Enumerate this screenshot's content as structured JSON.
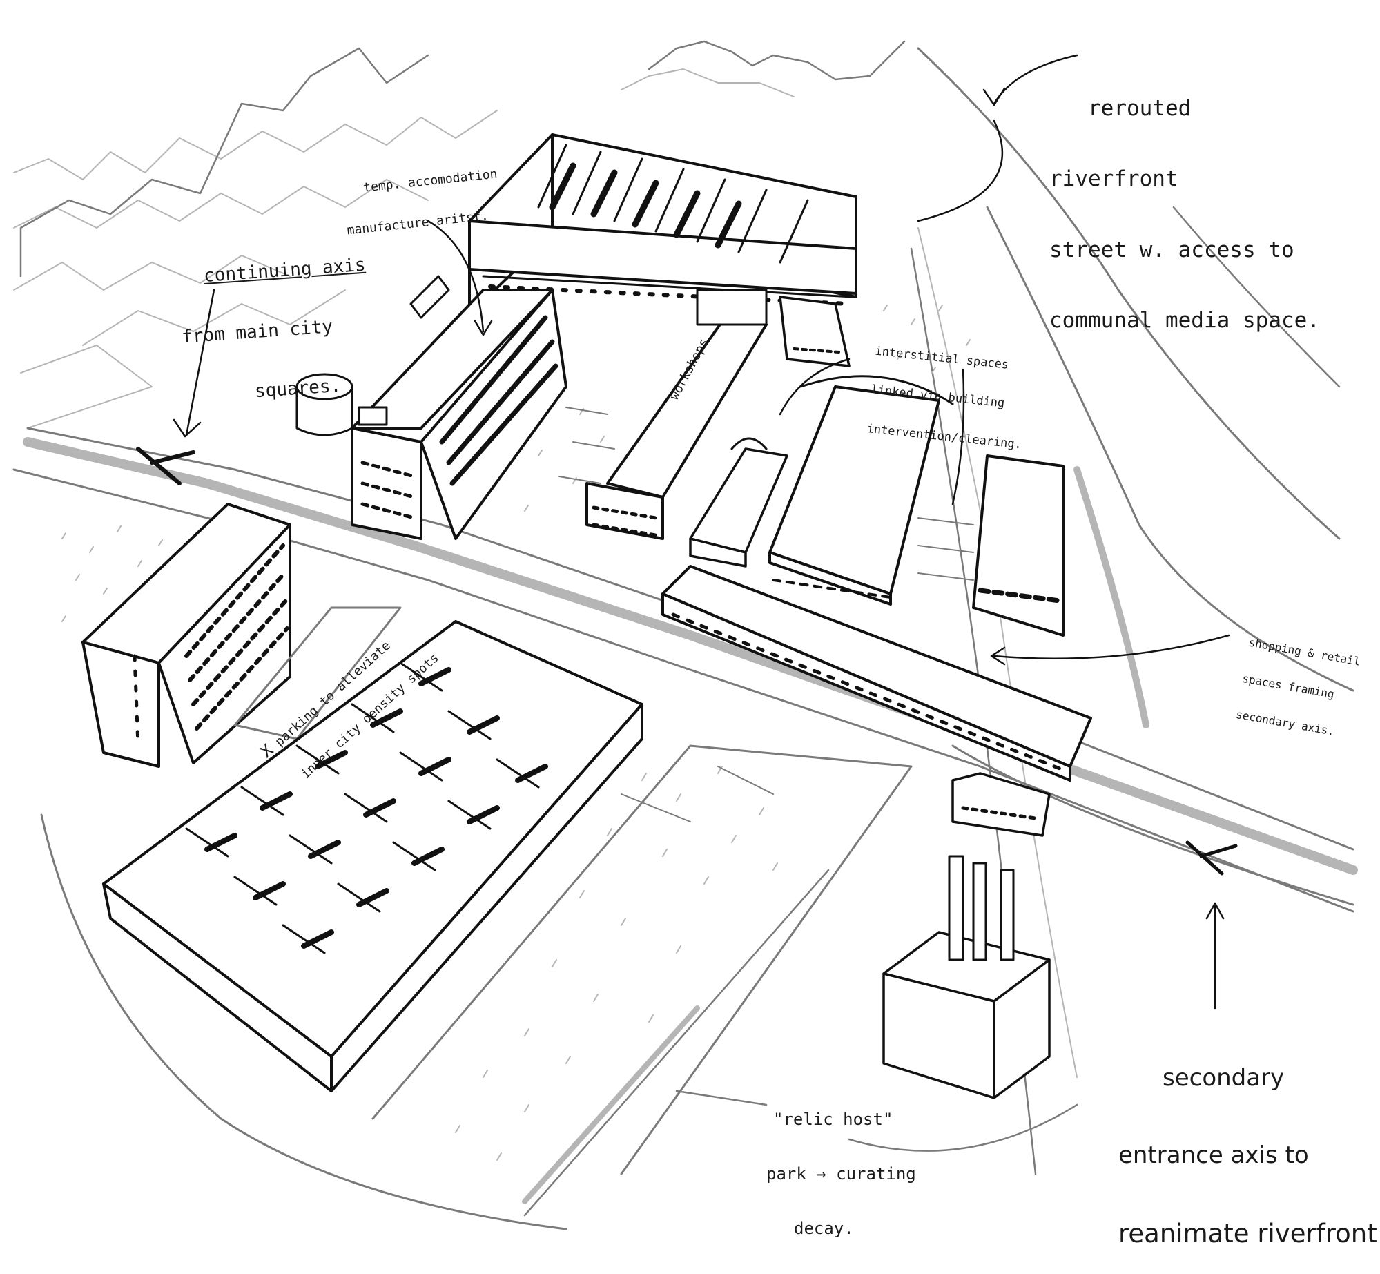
{
  "annotations": {
    "riverfront": [
      "rerouted",
      "riverfront",
      "street w. access to",
      "communal media space."
    ],
    "temp_accommodation": [
      "temp. accomodation",
      "manufacture aritst."
    ],
    "continuing_axis": [
      "continuing axis",
      "from main city",
      "squares."
    ],
    "interstitial": [
      "interstitial spaces",
      "linked via building",
      "intervention/clearing."
    ],
    "workshops": "workshops",
    "parking": [
      "parking to alleviate",
      "inner city density spots"
    ],
    "parking_mark": "X",
    "shopping": [
      "shopping & retail",
      "spaces framing",
      "secondary axis."
    ],
    "secondary_entrance": [
      "secondary",
      "entrance axis to",
      "reanimate riverfront"
    ],
    "relic_park": [
      "\"relic host\"",
      "park → curating",
      "decay."
    ]
  },
  "colors": {
    "ink": "#111111",
    "pencil": "#7a7a7a",
    "paper": "#ffffff"
  }
}
